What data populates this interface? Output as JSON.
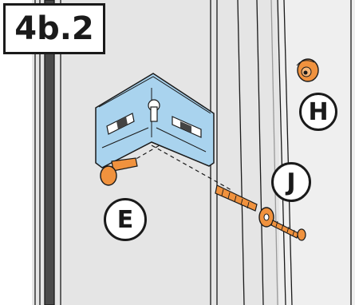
{
  "step": {
    "label": "4b.2"
  },
  "callouts": {
    "h": "H",
    "j": "J",
    "e": "E"
  },
  "colors": {
    "bracket": "#a9d3ee",
    "hardware": "#f0923e",
    "panel": "#e6e6e6",
    "outline": "#1a1a1a"
  }
}
